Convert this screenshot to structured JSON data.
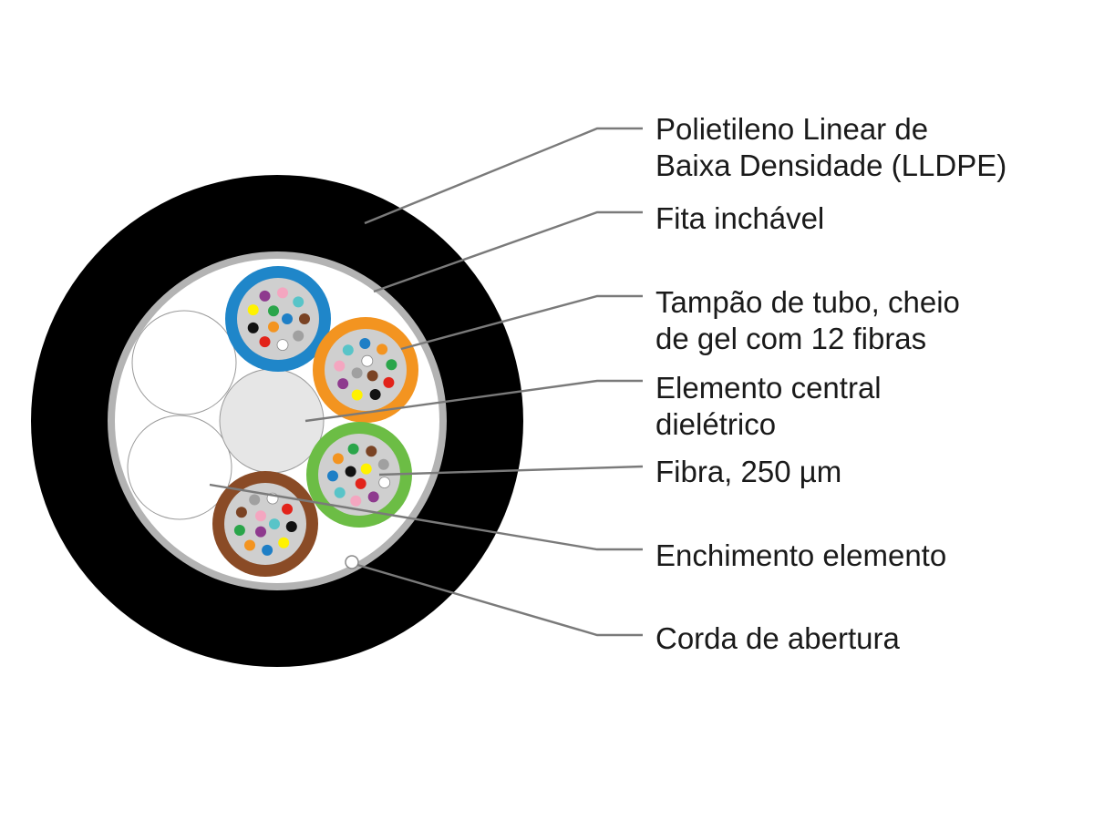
{
  "labels": {
    "lldpe_line1": "Polietileno Linear de",
    "lldpe_line2": "Baixa Densidade (LLDPE)",
    "tape": "Fita inchável",
    "tube_line1": "Tampão de tubo, cheio",
    "tube_line2": "de gel com 12 fibras",
    "central_line1": "Elemento central",
    "central_line2": "dielétrico",
    "fiber": "Fibra, 250 µm",
    "filler": "Enchimento elemento",
    "ripcord": "Corda de abertura"
  },
  "colors": {
    "jacket": "#000000",
    "tape": "#b3b3b3",
    "core_fill": "#ffffff",
    "filler": "#ffffff",
    "central_member": "#e6e6e6",
    "tube_gel": "#cfcfcf",
    "tube_blue": "#1f86c9",
    "tube_orange": "#f39420",
    "tube_green": "#6cbd45",
    "tube_brown": "#8a4b26",
    "leader_line": "#7a7a7a"
  },
  "fiber_color_sequence": [
    "blue",
    "orange",
    "green",
    "brown",
    "slate",
    "white",
    "red",
    "black",
    "yellow",
    "violet",
    "rose",
    "aqua"
  ],
  "fiber_colors": {
    "blue": "#1e7fc6",
    "orange": "#f39420",
    "green": "#2aa54a",
    "brown": "#7a4324",
    "slate": "#a0a0a0",
    "white": "#ffffff",
    "red": "#e2231a",
    "black": "#111111",
    "yellow": "#fff200",
    "violet": "#8e3a8e",
    "rose": "#f4a6c0",
    "aqua": "#58c4c8"
  }
}
